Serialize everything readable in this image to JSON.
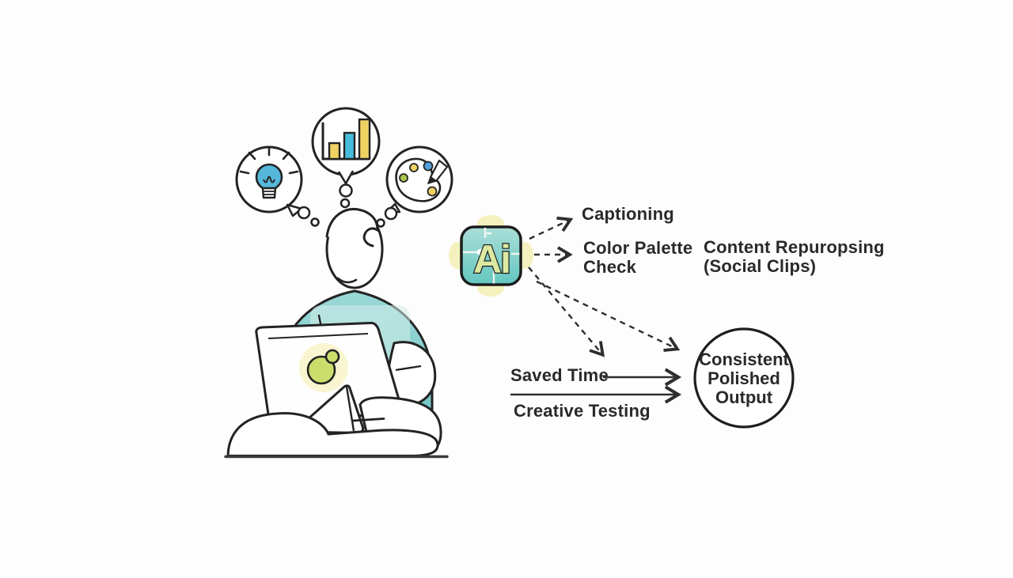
{
  "scene": {
    "description": "Illustration of a person sitting cross-legged with a laptop, thought bubbles above (lightbulb, bar chart, color palette), an AI badge with dashed arrows to capability labels and solid arrows to an output circle",
    "thought_bubbles": [
      "idea-lightbulb",
      "bar-chart",
      "color-palette"
    ],
    "colors": {
      "shirt_teal": "#7ECBCB",
      "ai_badge_teal_top": "#ABDED8",
      "ai_badge_teal_bottom": "#63C7C0",
      "ai_letters_green": "#DCE9A2",
      "laptop_logo_green": "#CBDE6C",
      "bulb_blue": "#55B7D9",
      "bar_blue": "#45BCD9",
      "bar_yellow": "#F0D263",
      "palette_green_dot": "#A8C84B",
      "palette_blue_dot": "#55A0D9",
      "glow_yellow": "#F5F1BE",
      "ink": "#222222",
      "background": "#FDFDFD"
    }
  },
  "ai_badge": {
    "label": "Ai"
  },
  "labels": {
    "captioning": "Captioning",
    "color_palette_check": {
      "line1": "Color Palette",
      "line2": "Check"
    },
    "content_repurposing": {
      "line1": "Content Repuropsing",
      "line2": "(Social Clips)"
    },
    "saved_time": "Saved Time",
    "creative_testing": "Creative Testing",
    "output_circle": {
      "line1": "Consistent",
      "line2": "Polished",
      "line3": "Output"
    }
  }
}
